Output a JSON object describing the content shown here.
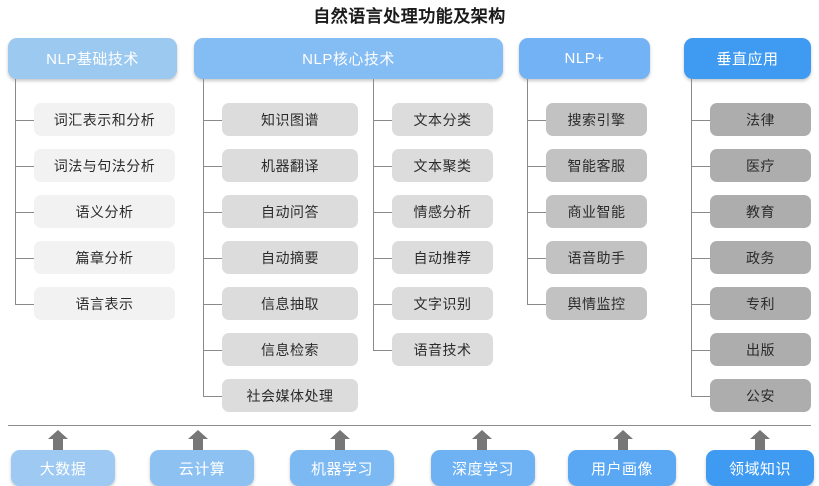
{
  "title": "自然语言处理功能及架构",
  "colors": {
    "header_col1": "#9BC9F0",
    "header_col2": "#84BCF4",
    "header_col3": "#73B3F5",
    "header_col4": "#3F9BF2",
    "item_col1": "#F2F2F2",
    "item_col2": "#DCDCDC",
    "item_col3": "#C2C2C2",
    "item_col4": "#ADADAD",
    "line": "#8A8A8A",
    "arrow": "#777777",
    "title_color": "#1A1A1A"
  },
  "columns": [
    {
      "id": "nlp-basic",
      "header": "NLP基础技术",
      "items": [
        "词汇表示和分析",
        "词法与句法分析",
        "语义分析",
        "篇章分析",
        "语言表示"
      ]
    },
    {
      "id": "nlp-core",
      "header": "NLP核心技术",
      "items_left": [
        "知识图谱",
        "机器翻译",
        "自动问答",
        "自动摘要",
        "信息抽取",
        "信息检索",
        "社会媒体处理"
      ],
      "items_right": [
        "文本分类",
        "文本聚类",
        "情感分析",
        "自动推荐",
        "文字识别",
        "语音技术"
      ]
    },
    {
      "id": "nlp-plus",
      "header": "NLP+",
      "items": [
        "搜索引擎",
        "智能客服",
        "商业智能",
        "语音助手",
        "舆情监控"
      ]
    },
    {
      "id": "vertical-apps",
      "header": "垂直应用",
      "items": [
        "法律",
        "医疗",
        "教育",
        "政务",
        "专利",
        "出版",
        "公安"
      ]
    }
  ],
  "foundation": {
    "items": [
      "大数据",
      "云计算",
      "机器学习",
      "深度学习",
      "用户画像",
      "领域知识"
    ],
    "colors": [
      "#9DC9F2",
      "#8CC1F2",
      "#7CB9F3",
      "#6EB2F4",
      "#5AA7F3",
      "#3F9BF2"
    ]
  }
}
